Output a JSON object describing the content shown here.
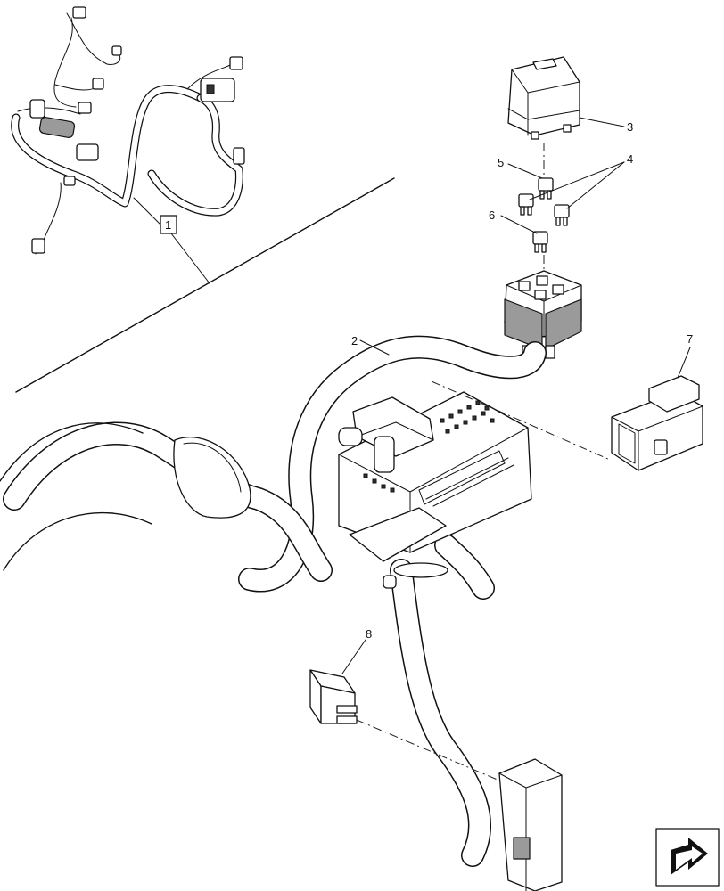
{
  "callouts": {
    "c1": "1",
    "c2": "2",
    "c3": "3",
    "c4": "4",
    "c5": "5",
    "c6": "6",
    "c7": "7",
    "c8": "8"
  },
  "icons": {
    "navigation": "arrow-next-icon"
  }
}
